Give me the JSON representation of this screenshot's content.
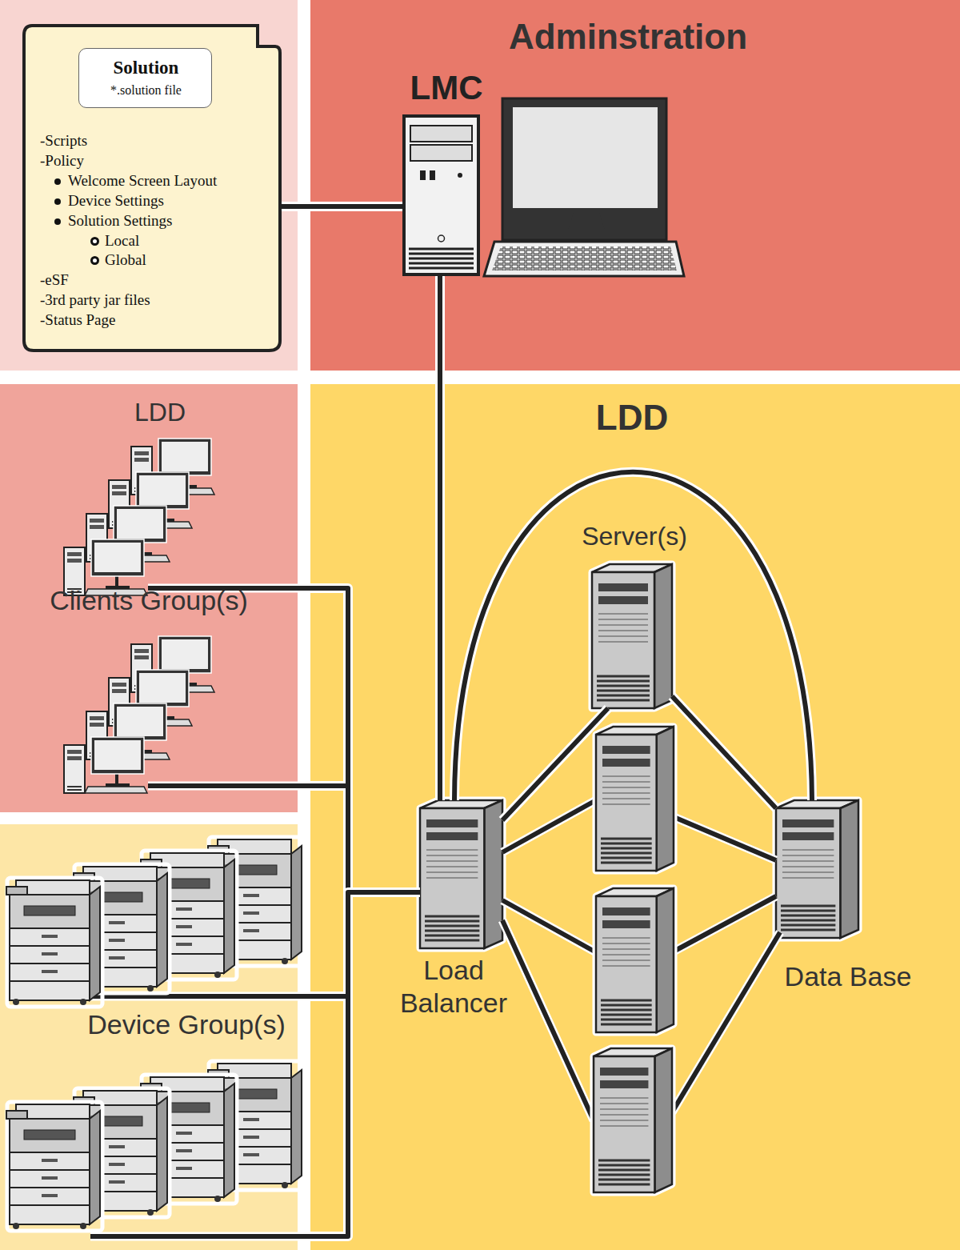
{
  "diagram": {
    "nodes": [
      {
        "text": [
          "-Scripts",
          "-Policy",
          "Welcome Screen Layout",
          "Device Settings",
          "Solution Settings",
          "Local",
          "Global",
          "-eSF",
          "-3rd party jar files",
          "-Status Page"
        ]
      },
      {
        "text": [
          "Solution",
          "*.solution file"
        ],
        "in": 0
      },
      {
        "text": [
          "Adminstration"
        ]
      },
      {
        "text": [
          "LMC"
        ],
        "in": 2
      },
      {
        "text": [
          "LDD",
          "Clients Group(s)"
        ]
      },
      {
        "text": [
          "Device Group(s)"
        ]
      },
      {
        "text": [
          "LDD"
        ]
      },
      {
        "text": [
          "Server(s)"
        ],
        "in": 6
      },
      {
        "text": [
          "Load Balancer"
        ],
        "in": 6
      },
      {
        "text": [
          "Data Base"
        ],
        "in": 6
      }
    ],
    "edges": [
      {
        "from": 0,
        "to": 3,
        "arrow": "none"
      },
      {
        "from": 3,
        "to": 8,
        "arrow": "none"
      },
      {
        "from": 4,
        "to": 8,
        "arrow": "none"
      },
      {
        "from": 5,
        "to": 8,
        "arrow": "none"
      },
      {
        "from": 8,
        "to": 7,
        "arrow": "none"
      },
      {
        "from": 7,
        "to": 9,
        "arrow": "none"
      },
      {
        "from": 8,
        "to": 9,
        "arrow": "none"
      }
    ]
  }
}
